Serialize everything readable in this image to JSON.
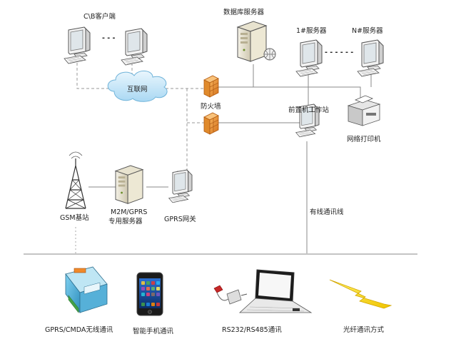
{
  "diagram": {
    "nodes": {
      "cb_clients": "C\\B客户端",
      "clients_dots": "- - -",
      "db_server": "数据库服务器",
      "server1": "1#服务器",
      "servers_dots": "- - - - - -",
      "serverN": "N#服务器",
      "internet": "互联网",
      "firewall": "防火墙",
      "frontend_station": "前置机工作站",
      "network_printer": "网络打印机",
      "gsm_station": "GSM基站",
      "m2m_server_line1": "M2M/GPRS",
      "m2m_server_line2": "专用服务器",
      "gprs_gateway": "GPRS网关",
      "wired_line": "有线通讯线"
    },
    "bottom": {
      "gprs_cdma": "GPRS/CMDA无线通讯",
      "smartphone": "智能手机通讯",
      "rs232": "RS232/RS485通讯",
      "fiber": "光纤通讯方式"
    }
  }
}
